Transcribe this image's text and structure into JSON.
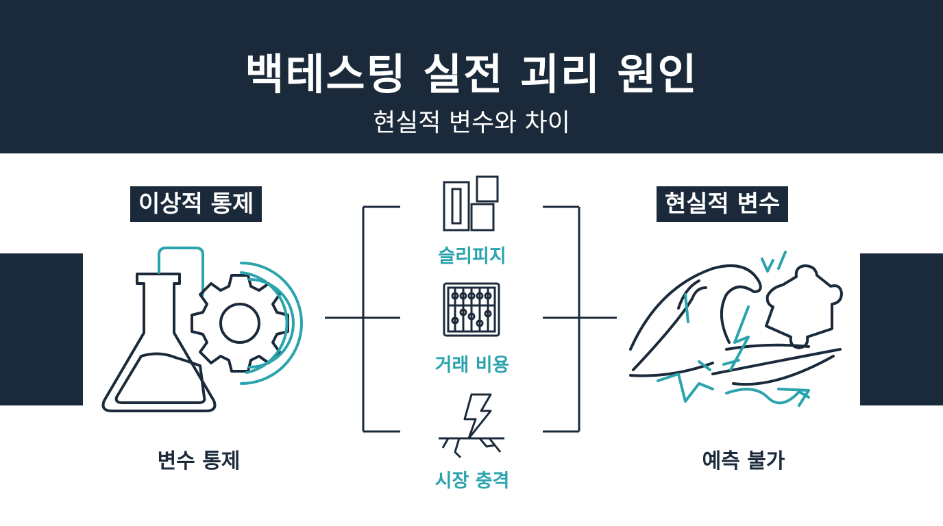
{
  "header": {
    "title": "백테스팅 실전 괴리 원인",
    "subtitle": "현실적 변수와 차이"
  },
  "left": {
    "label": "이상적 통제",
    "caption": "변수 통제"
  },
  "right": {
    "label": "현실적 변수",
    "caption": "예측 불가"
  },
  "factors": [
    {
      "label": "슬리피지",
      "icon": "slippage-blocks-icon"
    },
    {
      "label": "거래 비용",
      "icon": "abacus-icon"
    },
    {
      "label": "시장 충격",
      "icon": "lightning-crack-icon"
    }
  ],
  "colors": {
    "navy": "#1b2a3a",
    "teal": "#2aa3ad",
    "white": "#ffffff"
  }
}
